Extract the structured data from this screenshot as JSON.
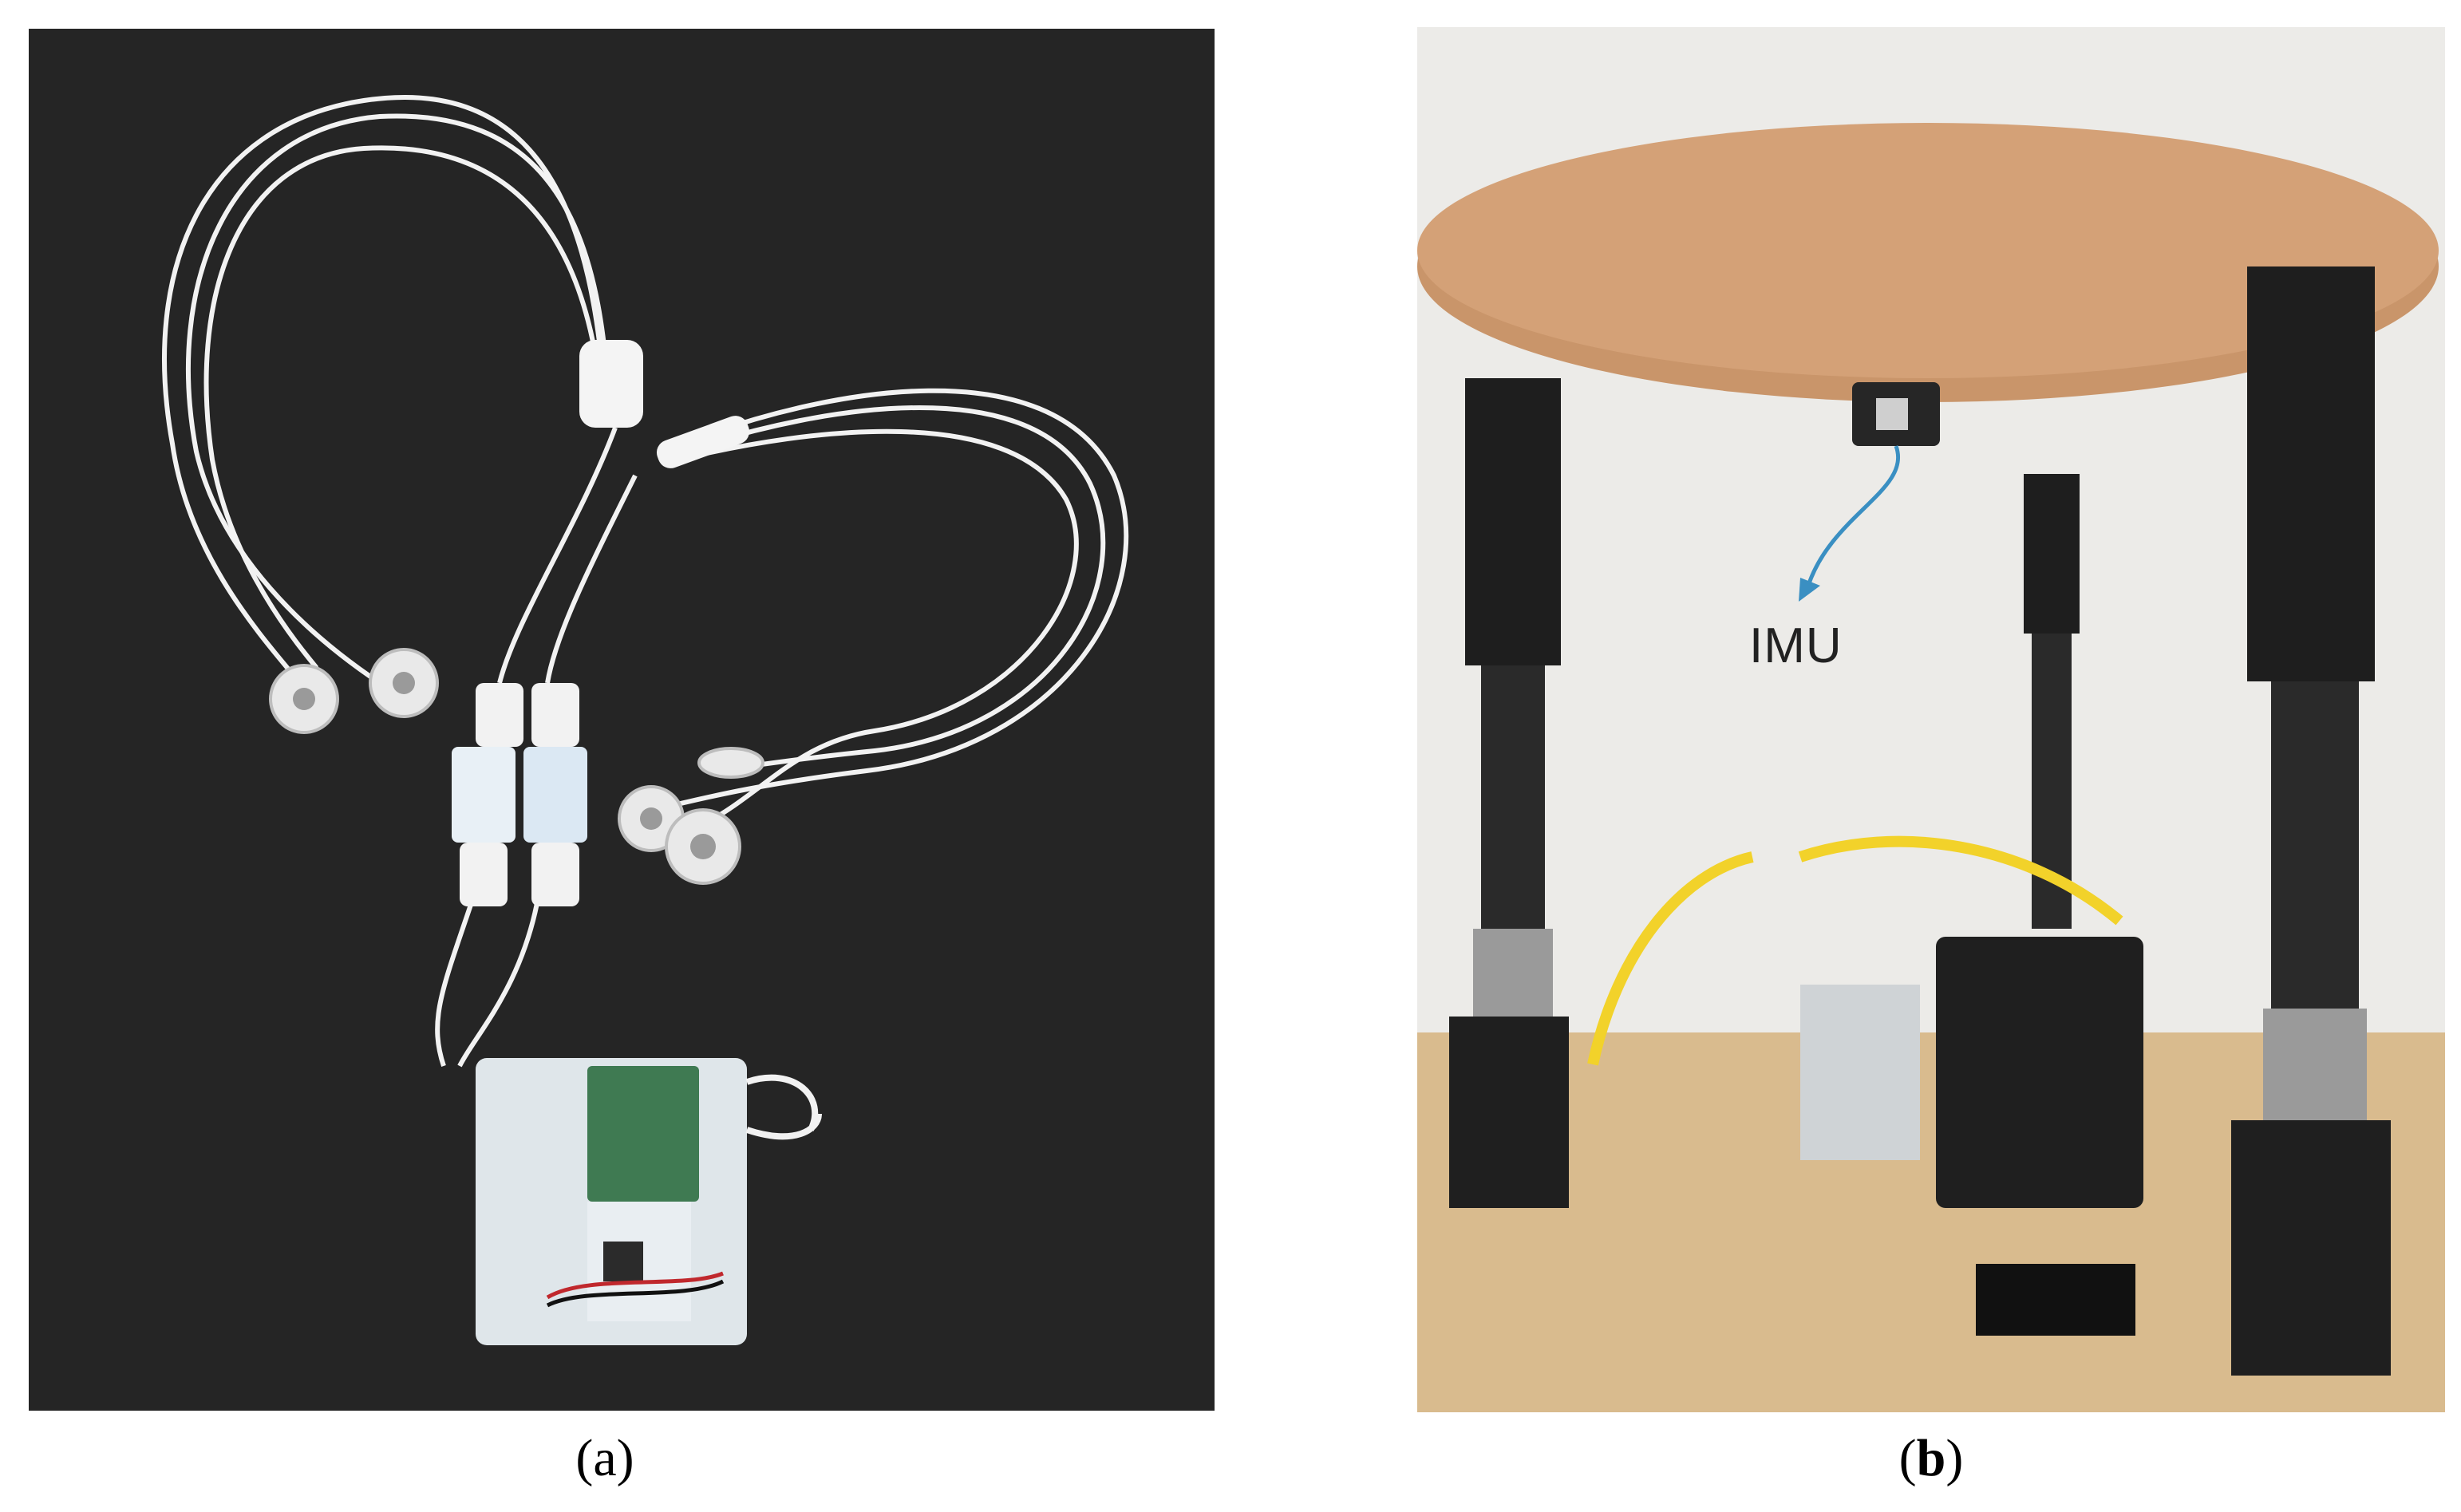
{
  "panels": [
    {
      "caption_open": "(",
      "caption_letter": "a",
      "caption_close": ")"
    },
    {
      "caption_open": "(",
      "caption_letter": "b",
      "caption_close": ")",
      "annotation": "IMU"
    }
  ],
  "colors": {
    "panel_a_background": "#252525",
    "panel_b_wall": "#ecebe8",
    "wood": "#c9956a",
    "cable_white": "#f2f2f2",
    "tube_yellow": "#f2d22a",
    "arrow_blue": "#3a8fc2"
  }
}
